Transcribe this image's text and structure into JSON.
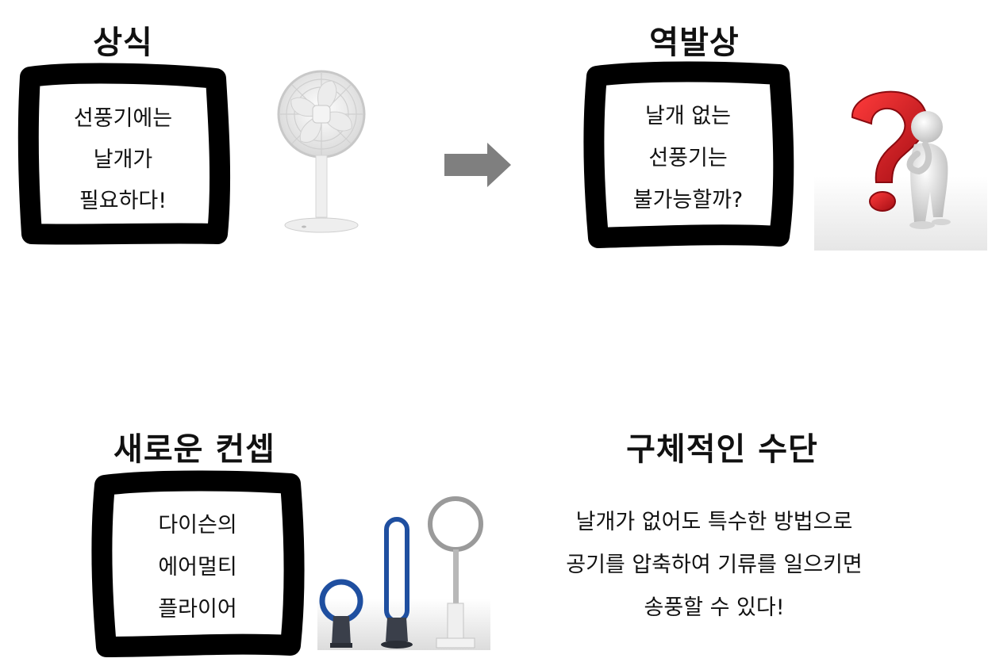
{
  "sections": {
    "common": {
      "title": "상식",
      "lines": [
        "선풍기에는",
        "날개가",
        "필요하다!"
      ]
    },
    "reverse": {
      "title": "역발상",
      "lines": [
        "날개 없는",
        "선풍기는",
        "불가능할까?"
      ]
    },
    "concept": {
      "title": "새로운 컨셉",
      "lines": [
        "다이슨의",
        "에어멀티",
        "플라이어"
      ]
    },
    "means": {
      "title": "구체적인 수단",
      "lines": [
        "날개가 없어도 특수한 방법으로",
        "공기를 압축하여 기류를 일으키면",
        "송풍할 수 있다!"
      ]
    }
  },
  "colors": {
    "frame": "#000000",
    "arrow": "#7f7f7f",
    "question_mark": "#d0121b",
    "dyson_blue": "#1f4fa0"
  },
  "icons": {
    "fan": "electric-fan-icon",
    "arrow": "right-arrow-icon",
    "thinking": "question-mark-thinker-icon",
    "bladeless": "bladeless-fans-icon"
  }
}
